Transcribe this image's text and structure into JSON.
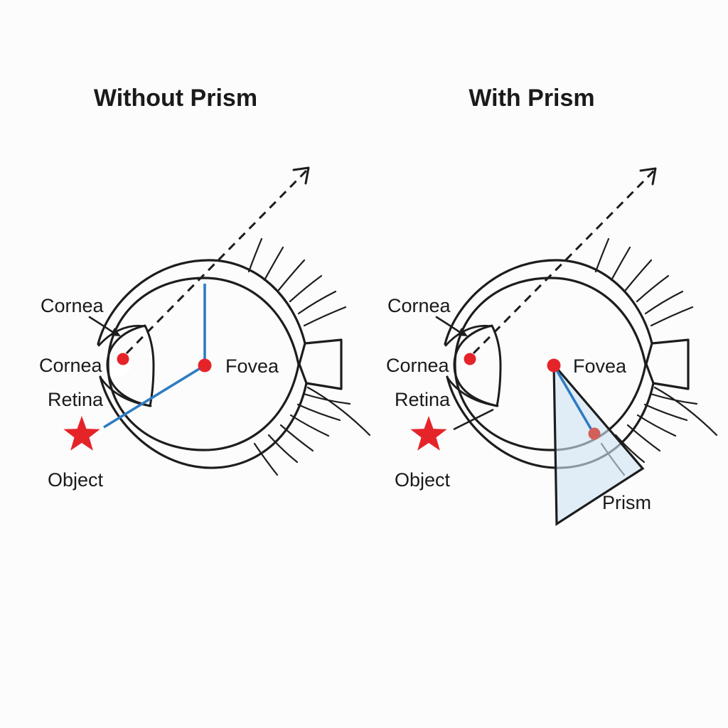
{
  "figure": {
    "left_panel_title": "Without Prism",
    "right_panel_title": "With Prism"
  },
  "panels": {
    "left": {
      "title": "Without Prism",
      "labels": {
        "cornea_pointer": "Cornea",
        "cornea": "Cornea",
        "retina": "Retina",
        "fovea": "Fovea",
        "object": "Object"
      }
    },
    "right": {
      "title": "With Prism",
      "labels": {
        "cornea_pointer": "Cornea",
        "cornea": "Cornea",
        "retina": "Retina",
        "fovea": "Fovea",
        "object": "Object",
        "prism": "Prism"
      }
    }
  },
  "colors": {
    "background": "#fcfcfc",
    "ink": "#1d1d1d",
    "marker_red": "#e5242a",
    "image_dot_red": "#d45f59",
    "ray_blue": "#2e7cc3",
    "cornea_fill": "#d3e4f4",
    "prism_fill": "#cfe3f4",
    "label_color": "#1a1a1a"
  }
}
